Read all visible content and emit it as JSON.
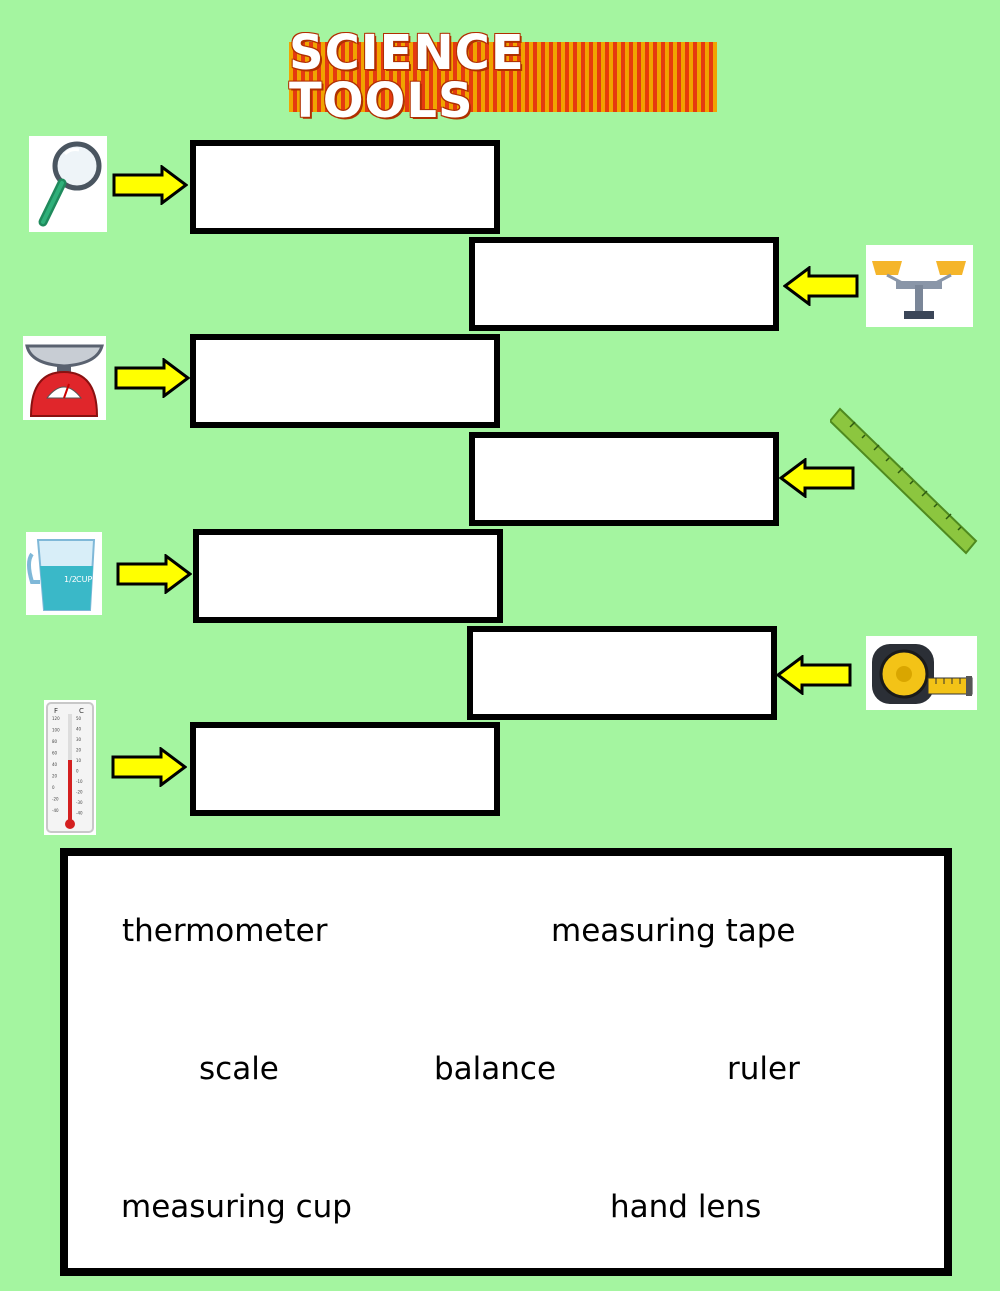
{
  "title": "SCIENCE TOOLS",
  "tools": [
    {
      "icon": "magnifying-glass-icon"
    },
    {
      "icon": "balance-icon"
    },
    {
      "icon": "kitchen-scale-icon"
    },
    {
      "icon": "ruler-icon"
    },
    {
      "icon": "measuring-cup-icon"
    },
    {
      "icon": "measuring-tape-icon"
    },
    {
      "icon": "thermometer-icon"
    }
  ],
  "thermometer_labels": {
    "f": "F",
    "c": "C",
    "f_ticks": [
      "120",
      "100",
      "80",
      "60",
      "40",
      "20",
      "0",
      "-20",
      "-40"
    ],
    "c_ticks": [
      "50",
      "40",
      "30",
      "20",
      "10",
      "0",
      "-10",
      "-20",
      "-30",
      "-40"
    ]
  },
  "cup_label": "CUP",
  "cup_fraction": "1/2",
  "word_bank": {
    "words": [
      "thermometer",
      "measuring tape",
      "scale",
      "balance",
      "ruler",
      "measuring cup",
      "hand lens"
    ]
  },
  "colors": {
    "background": "#a4f5a0",
    "arrow_fill": "#ffff00",
    "box_border": "#000000",
    "banner_orange": "#f0a400",
    "banner_red": "#e53a10"
  }
}
